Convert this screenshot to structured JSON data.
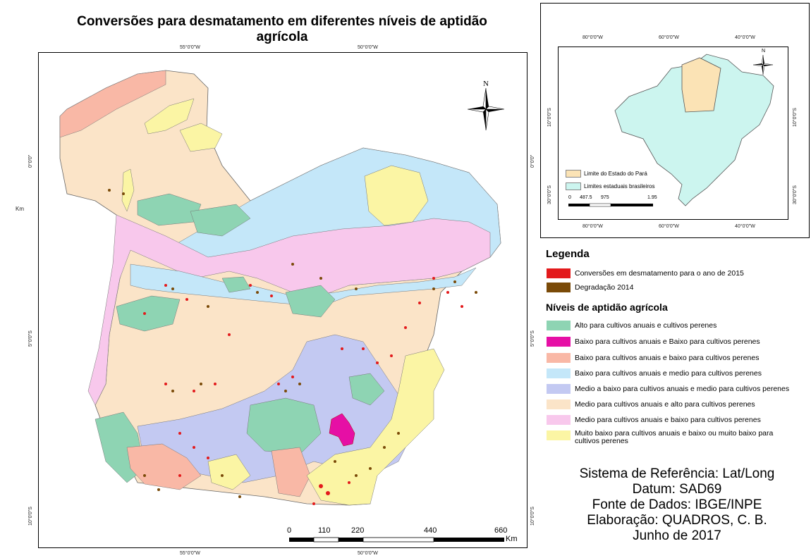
{
  "title_line1": "Conversões para desmatamento em diferentes níveis de aptidão",
  "title_line2": "agrícola",
  "main_map": {
    "top_ticks": [
      "55°0'0\"W",
      "50°0'0\"W"
    ],
    "bottom_ticks": [
      "55°0'0\"W",
      "50°0'0\"W"
    ],
    "left_ticks": [
      "0°0'0\"",
      "5°0'0\"S",
      "10°0'0\"S"
    ],
    "right_ticks": [
      "0°0'0\"",
      "5°0'0\"S",
      "10°0'0\"S"
    ],
    "km_label": "Km",
    "north": "N",
    "scalebar": {
      "labels": [
        "0",
        "110",
        "220",
        "440",
        "660"
      ],
      "unit": "Km"
    }
  },
  "inset": {
    "top_ticks": [
      "80°0'0\"W",
      "60°0'0\"W",
      "40°0'0\"W"
    ],
    "bottom_ticks": [
      "80°0'0\"W",
      "60°0'0\"W",
      "40°0'0\"W"
    ],
    "left_ticks": [
      "10°0'0\"S",
      "30°0'0\"S"
    ],
    "right_ticks": [
      "10°0'0\"S",
      "30°0'0\"S"
    ],
    "north": "N",
    "legend": [
      {
        "label": "Limite do Estado do Pará",
        "color": "#fbe3b5"
      },
      {
        "label": "Limites estaduais brasileiros",
        "color": "#ccf5ef"
      }
    ],
    "scalebar": {
      "labels": [
        "0",
        "487.5",
        "975",
        "1.95"
      ]
    }
  },
  "legend": {
    "title": "Legenda",
    "items": [
      {
        "label": "Conversões em desmatamento para o ano de 2015",
        "color": "#e31a1c"
      },
      {
        "label": "Degradação 2014",
        "color": "#7a4a08"
      }
    ],
    "subtitle": "Níveis de aptidão agrícola",
    "classes": [
      {
        "label": "Alto para cultivos anuais e cultivos perenes",
        "color": "#8ed4b3"
      },
      {
        "label": "Baixo para cultivos anuais e Baixo para cultivos perenes",
        "color": "#e60fa5"
      },
      {
        "label": "Baixo para cultivos anuais e baixo para cultivos perenes",
        "color": "#f9b8a6"
      },
      {
        "label": "Baixo para cultivos anuais e medio para cultivos perenes",
        "color": "#c4e7f9"
      },
      {
        "label": "Medio a baixo para cultivos anuais e medio para cultivos perenes",
        "color": "#c3c9f2"
      },
      {
        "label": "Medio para cultivos anuais e alto para cultivos perenes",
        "color": "#fbe4c8"
      },
      {
        "label": "Medio para cultivos anuais e baixo para cultivos perenes",
        "color": "#f8c8ec"
      },
      {
        "label": "Muito baixo para cultivos anuais e baixo ou muito baixo para",
        "label2": "cultivos perenes",
        "color": "#fbf5a4"
      }
    ]
  },
  "info": {
    "line1": "Sistema de Referência: Lat/Long",
    "line2": "Datum: SAD69",
    "line3": "Fonte de Dados: IBGE/INPE",
    "line4": "Elaboração: QUADROS, C. B.",
    "line5": "Junho de 2017"
  }
}
